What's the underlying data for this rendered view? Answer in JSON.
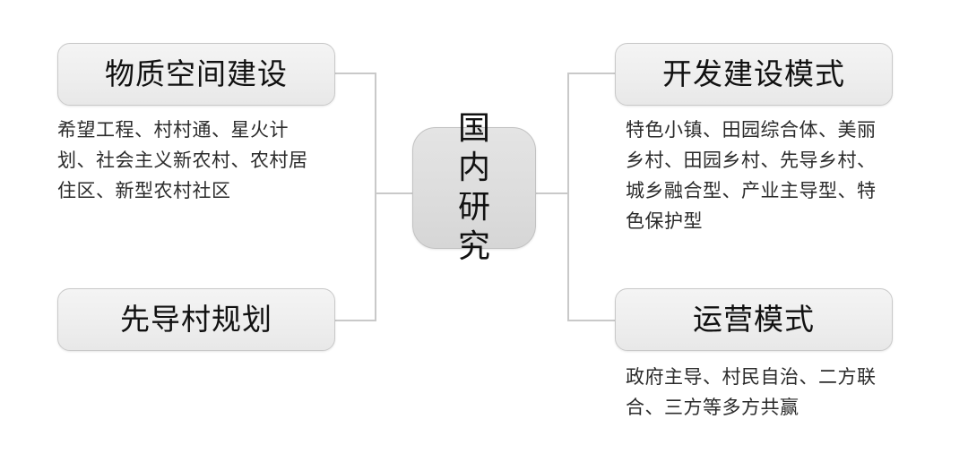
{
  "diagram": {
    "type": "mind-map",
    "background_color": "#ffffff",
    "box_fill_color": "#eeeeee",
    "box_border_color": "#c9c9c9",
    "connector_color": "#c9c9c9",
    "text_color": "#111111",
    "caption_color": "#2b2b2b",
    "center": {
      "line1": "国内",
      "line2": "研究"
    },
    "branches": [
      {
        "id": "top-left",
        "side": "left",
        "title": "物质空间建设",
        "caption": "希望工程、村村通、星火计划、社会主义新农村、农村居住区、新型农村社区"
      },
      {
        "id": "bottom-left",
        "side": "left",
        "title": "先导村规划",
        "caption": ""
      },
      {
        "id": "top-right",
        "side": "right",
        "title": "开发建设模式",
        "caption": "特色小镇、田园综合体、美丽乡村、田园乡村、先导乡村、城乡融合型、产业主导型、特色保护型"
      },
      {
        "id": "bottom-right",
        "side": "right",
        "title": "运营模式",
        "caption": "政府主导、村民自治、二方联合、三方等多方共赢"
      }
    ]
  }
}
